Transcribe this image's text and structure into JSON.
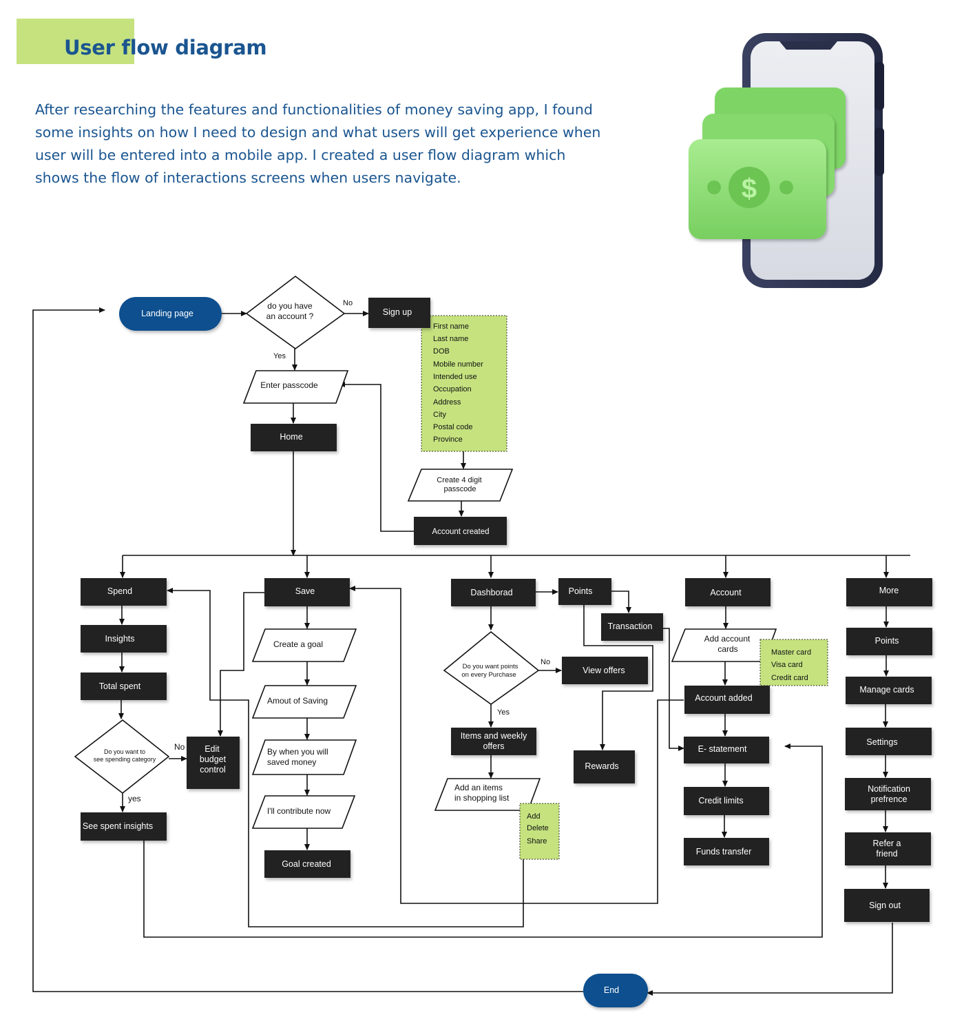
{
  "header": {
    "title": "User flow diagram",
    "intro": "After researching the features and functionalities of money saving app, I found some insights on how I need to design and what users will get experience when user will be entered into a mobile app. I created a user flow diagram which shows the flow of interactions screens when users navigate."
  },
  "colors": {
    "title_text": "#1a5590",
    "terminal": "#0f4f8f",
    "process": "#222222",
    "note": "#c5e27f",
    "highlight": "#c5e27f",
    "money_green": "#8fe07a",
    "phone_frame": "#2d3350"
  },
  "illustration": {
    "icon": "phone-with-money-icon",
    "glyph": "$"
  },
  "nodes": {
    "landing": "Landing page",
    "q_account": [
      "do you have",
      "an account ?"
    ],
    "no1": "No",
    "yes1": "Yes",
    "signup": "Sign up",
    "signup_fields": [
      "First name",
      "Last name",
      "DOB",
      "Mobile number",
      "Intended use",
      "Occupation",
      "Address",
      "City",
      "Postal code",
      "Province"
    ],
    "passcode_create": [
      "Create 4 digit",
      "passcode"
    ],
    "account_created": "Account created",
    "enter_passcode": "Enter passcode",
    "home": "Home",
    "spend": "Spend",
    "insights": "Insights",
    "total_spent": "Total spent",
    "q_spend": [
      "Do you want to",
      "see spending category"
    ],
    "no_spend": "No",
    "edit_budget": [
      "Edit",
      "budget",
      "control"
    ],
    "yes_spend": "yes",
    "see_spent": "See spent insights",
    "save": "Save",
    "create_goal": "Create a goal",
    "amount_saving": "Amout of Saving",
    "by_when": [
      "By when you will",
      "saved money"
    ],
    "contribute": "I'll contribute now",
    "goal_created": "Goal created",
    "dashboard": "Dashborad",
    "q_points": [
      "Do you want points",
      "on every Purchase"
    ],
    "no_points": "No",
    "yes_points": "Yes",
    "view_offers": "View offers",
    "items_weekly": [
      "Items and weekly",
      "offers"
    ],
    "add_items": [
      "Add an items",
      "in shopping list"
    ],
    "list_actions": [
      "Add",
      "Delete",
      "Share"
    ],
    "points": "Points",
    "transaction": "Transaction",
    "rewards": "Rewards",
    "account": "Account",
    "add_cards": [
      "Add account",
      "cards"
    ],
    "card_types": [
      "Master card",
      "Visa card",
      "Credit card"
    ],
    "account_added": "Account added",
    "e_statement": "E- statement",
    "credit_limits": "Credit limits",
    "funds_transfer": "Funds transfer",
    "more": "More",
    "more_points": "Points",
    "manage_cards": "Manage cards",
    "settings": "Settings",
    "notification": [
      "Notification",
      "prefrence"
    ],
    "refer": [
      "Refer a",
      "friend"
    ],
    "sign_out": "Sign out",
    "end": "End"
  }
}
